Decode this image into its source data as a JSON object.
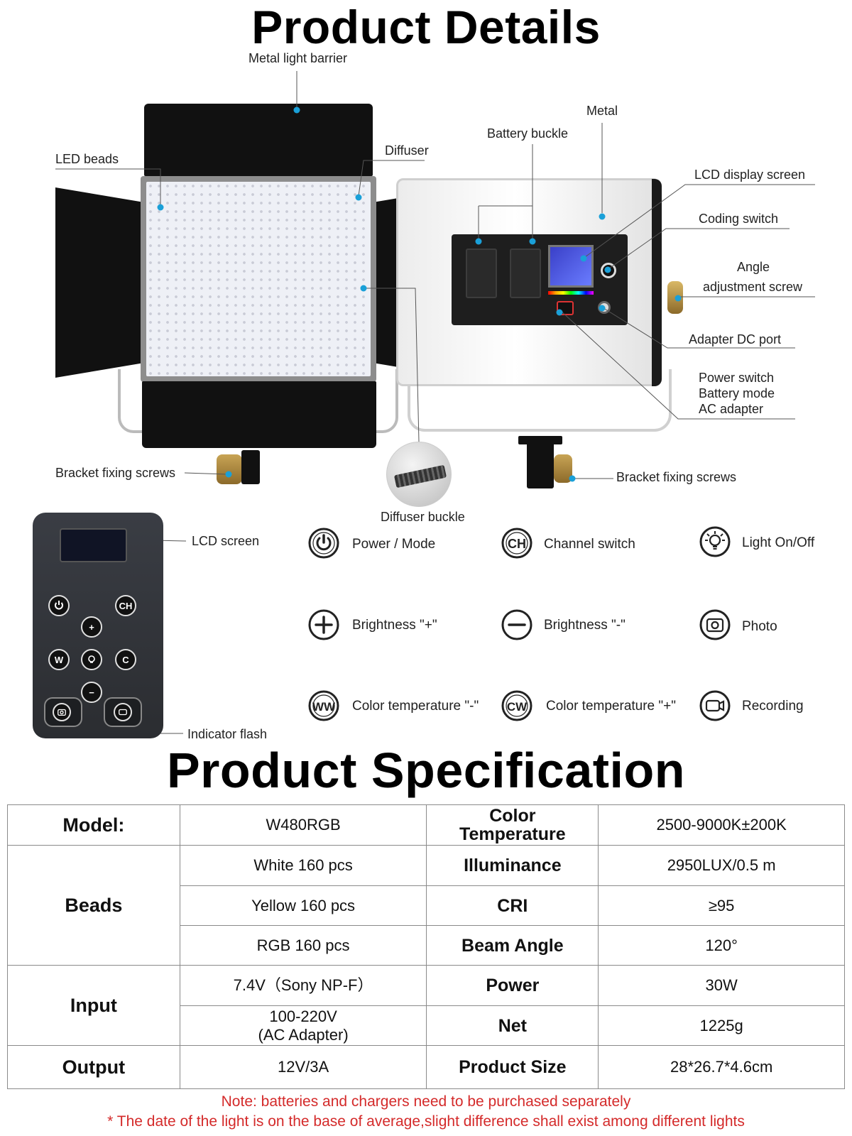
{
  "product_details": {
    "title": "Product Details",
    "callouts": {
      "metal_light_barrier": "Metal light barrier",
      "metal": "Metal",
      "battery_buckle": "Battery buckle",
      "diffuser": "Diffuser",
      "led_beads": "LED beads",
      "lcd_display_screen": "LCD display screen",
      "coding_switch": "Coding switch",
      "angle_line1": "Angle",
      "angle_line2": "adjustment screw",
      "adapter_dc_port": "Adapter DC port",
      "power_line1": "Power switch",
      "power_line2": "Battery mode",
      "power_line3": "AC adapter",
      "bracket_fixing_screws_left": "Bracket fixing screws",
      "bracket_fixing_screws_right": "Bracket fixing screws",
      "diffuser_buckle": "Diffuser buckle",
      "lcd_screen": "LCD screen",
      "indicator_flash": "Indicator flash"
    },
    "legend": [
      {
        "icon": "power-icon",
        "label": "Power / Mode"
      },
      {
        "icon": "channel-ch-icon",
        "label": "Channel switch"
      },
      {
        "icon": "light-bulb-icon",
        "label": "Light On/Off"
      },
      {
        "icon": "plus-icon",
        "label": "Brightness \"+\""
      },
      {
        "icon": "minus-icon",
        "label": "Brightness \"-\""
      },
      {
        "icon": "camera-icon",
        "label": "Photo"
      },
      {
        "icon": "ww-icon",
        "label": "Color temperature \"-\""
      },
      {
        "icon": "cw-icon",
        "label": "Color temperature \"+\""
      },
      {
        "icon": "video-icon",
        "label": "Recording"
      }
    ],
    "accent_color": "#1aa0d8"
  },
  "product_specification": {
    "title": "Product Specification",
    "rows": {
      "model_label": "Model:",
      "model_value": "W480RGB",
      "color_temp_label_line1": "Color",
      "color_temp_label_line2": "Temperature",
      "color_temp_value": "2500-9000K±200K",
      "beads_label": "Beads",
      "beads_white": "White 160 pcs",
      "beads_yellow": "Yellow 160 pcs",
      "beads_rgb": "RGB 160 pcs",
      "illuminance_label": "Illuminance",
      "illuminance_value": "2950LUX/0.5 m",
      "cri_label": "CRI",
      "cri_value": "≥95",
      "beam_angle_label": "Beam Angle",
      "beam_angle_value": "120°",
      "input_label": "Input",
      "input_battery": "7.4V（Sony NP-F）",
      "input_ac_line1": "100-220V",
      "input_ac_line2": "(AC Adapter)",
      "power_label": "Power",
      "power_value": "30W",
      "net_label": "Net",
      "net_value": "1225g",
      "output_label": "Output",
      "output_value": "12V/3A",
      "size_label": "Product Size",
      "size_value": "28*26.7*4.6cm"
    }
  },
  "notes": {
    "note1": "Note: batteries and chargers need to be purchased separately",
    "note2": "* The date of the light is on the base of average,slight difference shall exist among different lights",
    "note_color": "#d42a2a"
  },
  "remote_buttons": {
    "ch": "CH",
    "plus": "+",
    "ww": "W",
    "cw": "C",
    "minus": "−"
  }
}
